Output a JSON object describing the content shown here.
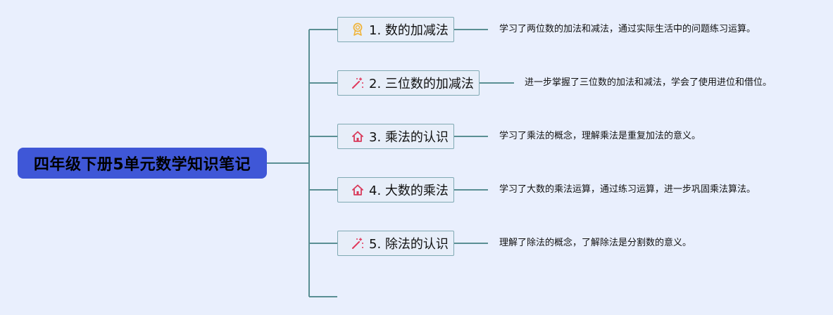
{
  "root": {
    "title": "四年级下册5单元数学知识笔记"
  },
  "topics": [
    {
      "label": "1. 数的加减法",
      "icon": "medal-icon",
      "note": "学习了两位数的加法和减法，通过实际生活中的问题练习运算。"
    },
    {
      "label": "2. 三位数的加减法",
      "icon": "magic-wand-icon",
      "note": "进一步掌握了三位数的加法和减法，学会了使用进位和借位。"
    },
    {
      "label": "3. 乘法的认识",
      "icon": "house-icon",
      "note": "学习了乘法的概念，理解乘法是重复加法的意义。"
    },
    {
      "label": "4. 大数的乘法",
      "icon": "house-icon",
      "note": "学习了大数的乘法运算，通过练习运算，进一步巩固乘法算法。"
    },
    {
      "label": "5. 除法的认识",
      "icon": "magic-wand-icon",
      "note": "理解了除法的概念，了解除法是分割数的意义。"
    }
  ],
  "colors": {
    "background": "#e9effd",
    "root_fill": "#3f57d7",
    "connector": "#5a8f94",
    "topic_border": "#7fa9b3",
    "medal": "#f0b43a",
    "wand": "#e0365a",
    "house": "#d83a5a"
  }
}
